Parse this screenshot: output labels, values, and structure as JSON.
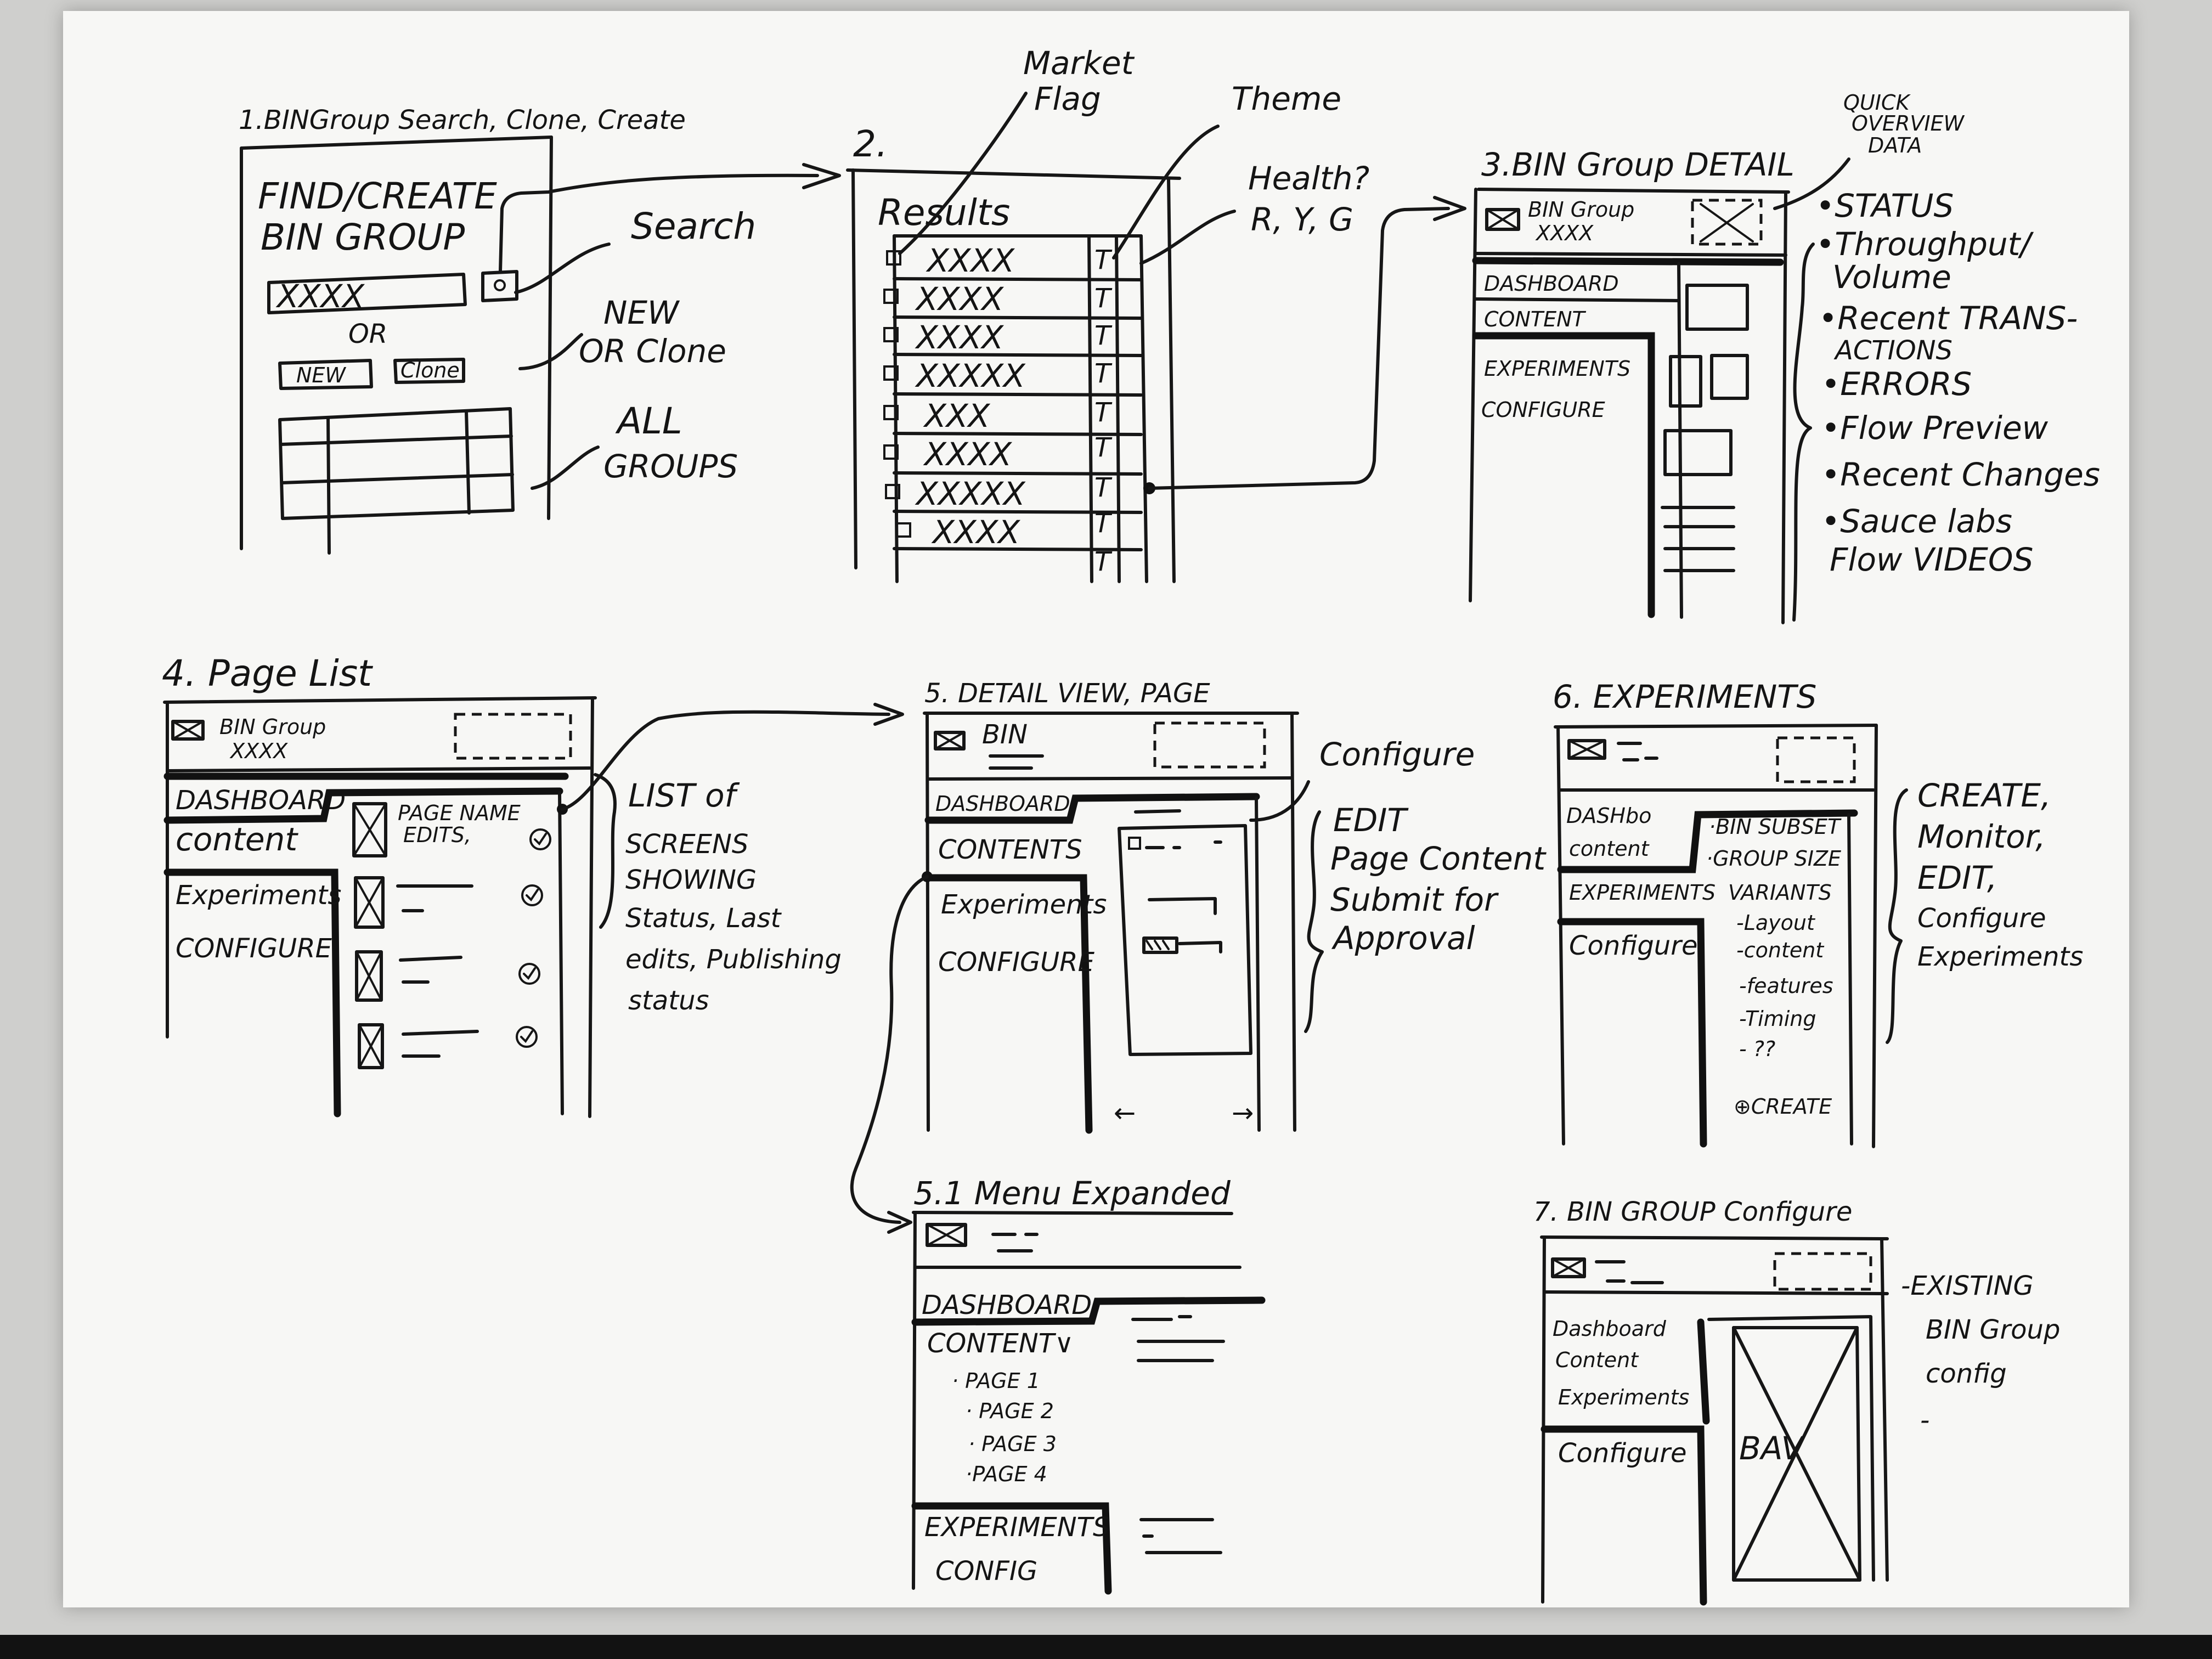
{
  "s1": {
    "title": "1.BINGroup Search, Clone, Create",
    "heading_1": "FIND/CREATE",
    "heading_2": "BIN GROUP",
    "input_value": "XXXX",
    "or": "OR",
    "new_button": "NEW",
    "clone_button": "Clone",
    "note_search": "Search",
    "note_new_1": "NEW",
    "note_new_2": "OR Clone",
    "note_all_1": "ALL",
    "note_all_2": "GROUPS"
  },
  "s2": {
    "title": "2.",
    "results": "Results",
    "rows": [
      "XXXX",
      "XXXX",
      "XXXX",
      "XXXXX",
      "XXX",
      "XXXX",
      "XXXXX",
      "XXXX"
    ],
    "theme_col": "T",
    "note_market_1": "Market",
    "note_market_2": "Flag",
    "note_theme": "Theme",
    "note_health_1": "Health?",
    "note_health_2": "R, Y, G"
  },
  "s3": {
    "title": "3.BIN Group DETAIL",
    "header_1": "BIN Group",
    "header_2": "XXXX",
    "nav": [
      "DASHBOARD",
      "CONTENT",
      "EXPERIMENTS",
      "CONFIGURE"
    ],
    "quick_1": "QUICK",
    "quick_2": "OVERVIEW",
    "quick_3": "DATA",
    "bullets": [
      "•STATUS",
      "•Throughput/",
      "Volume",
      "•Recent TRANS-",
      "ACTIONS",
      "•ERRORS",
      "•Flow Preview",
      "•Recent Changes",
      "•Sauce labs",
      "Flow VIDEOS"
    ]
  },
  "s4": {
    "title": "4. Page List",
    "header_1": "BIN Group",
    "header_2": "XXXX",
    "nav": [
      "DASHBOARD",
      "content",
      "Experiments",
      "CONFIGURE"
    ],
    "row_1": "PAGE NAME",
    "row_2": "EDITS,",
    "notes": [
      "LIST of",
      "SCREENS",
      "SHOWING",
      "Status, Last",
      "edits, Publishing",
      "status"
    ]
  },
  "s5": {
    "title": "5. DETAIL VIEW, PAGE",
    "header": "BIN",
    "nav": [
      "DASHBOARD",
      "CONTENTS",
      "Experiments",
      "CONFIGURE"
    ],
    "note_configure": "Configure",
    "notes": [
      "EDIT",
      "Page Content",
      "Submit for",
      "Approval"
    ]
  },
  "s51": {
    "title": "5.1 Menu Expanded",
    "nav_dashboard": "DASHBOARD",
    "nav_content": "CONTENT∨",
    "pages": [
      "· PAGE 1",
      "· PAGE 2",
      "· PAGE 3",
      "·PAGE 4"
    ],
    "nav_experiments": "EXPERIMENTS",
    "nav_config": "CONFIG"
  },
  "s6": {
    "title": "6. EXPERIMENTS",
    "nav": [
      "DASHbo",
      "content",
      "EXPERIMENTS",
      "Configure"
    ],
    "sub": [
      "·BIN SUBSET",
      "·GROUP SIZE",
      "VARIANTS",
      "-Layout",
      "-content",
      "-features",
      "-Timing",
      "- ??"
    ],
    "create": "⊕CREATE",
    "notes": [
      "CREATE,",
      "Monitor,",
      "EDIT,",
      "Configure",
      "Experiments"
    ]
  },
  "s7": {
    "title": "7. BIN GROUP Configure",
    "nav": [
      "Dashboard",
      "Content",
      "Experiments",
      "Configure"
    ],
    "bav": "BAV",
    "notes": [
      "-EXISTING",
      "BIN Group",
      "config",
      "-"
    ]
  },
  "colors": {
    "ink": "#161616",
    "paper": "#f7f7f5",
    "table": "#cfcfcd"
  }
}
